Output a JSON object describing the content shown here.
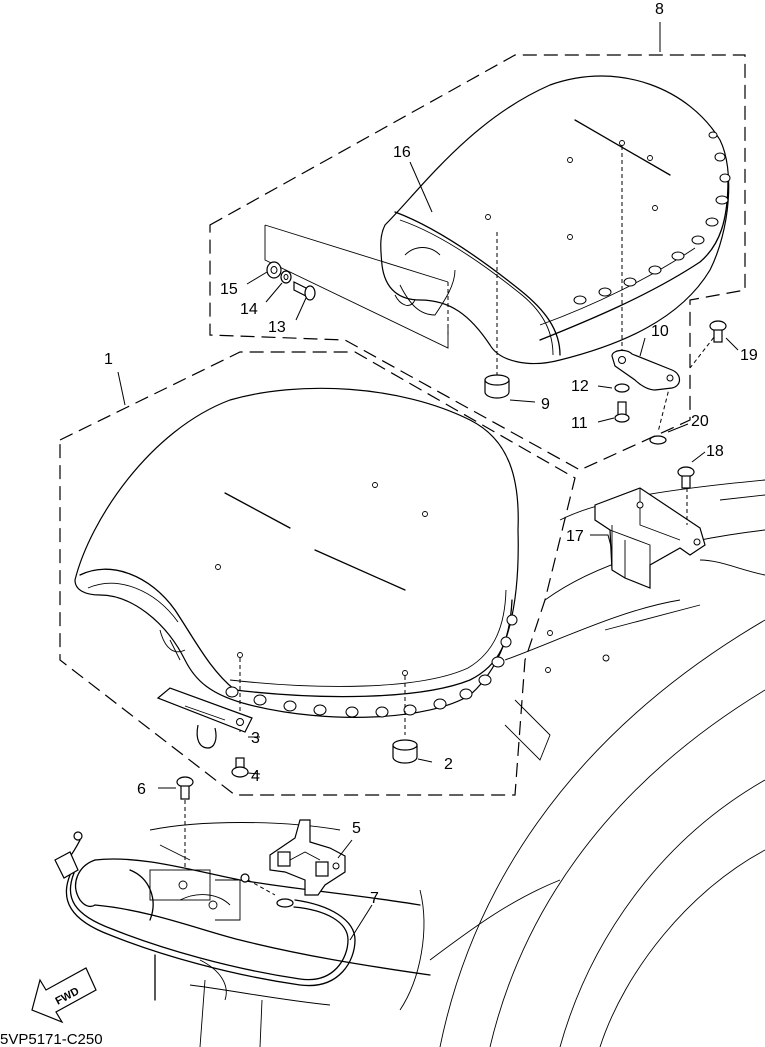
{
  "callouts": [
    {
      "id": "c1",
      "label": "1"
    },
    {
      "id": "c2",
      "label": "2"
    },
    {
      "id": "c3",
      "label": "3"
    },
    {
      "id": "c4",
      "label": "4"
    },
    {
      "id": "c5",
      "label": "5"
    },
    {
      "id": "c6",
      "label": "6"
    },
    {
      "id": "c7",
      "label": "7"
    },
    {
      "id": "c8",
      "label": "8"
    },
    {
      "id": "c9",
      "label": "9"
    },
    {
      "id": "c10",
      "label": "10"
    },
    {
      "id": "c11",
      "label": "11"
    },
    {
      "id": "c12",
      "label": "12"
    },
    {
      "id": "c13",
      "label": "13"
    },
    {
      "id": "c14",
      "label": "14"
    },
    {
      "id": "c15",
      "label": "15"
    },
    {
      "id": "c16",
      "label": "16"
    },
    {
      "id": "c17",
      "label": "17"
    },
    {
      "id": "c18",
      "label": "18"
    },
    {
      "id": "c19",
      "label": "19"
    },
    {
      "id": "c20",
      "label": "20"
    }
  ],
  "drawing_code": "5VP5171-C250",
  "fwd_label": "FWD"
}
